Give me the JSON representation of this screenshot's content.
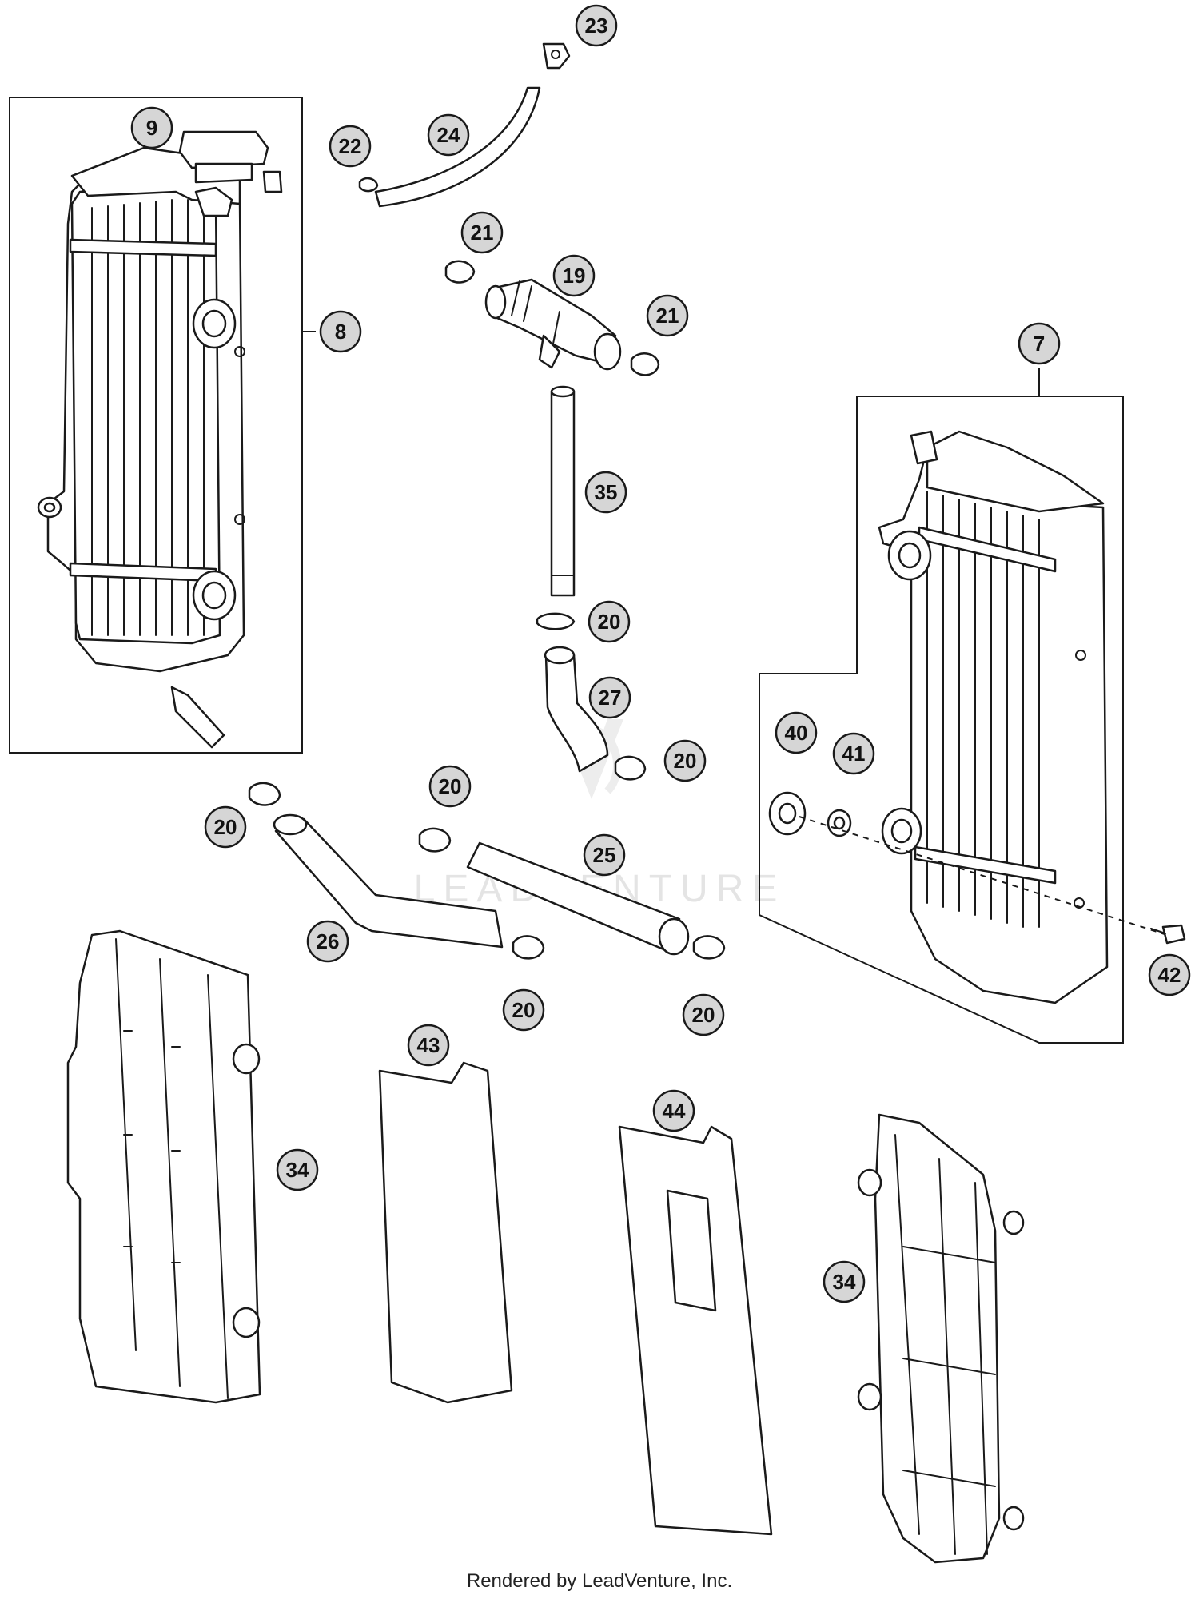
{
  "watermark": "LEADVENTURE",
  "footer": "Rendered by LeadVenture, Inc.",
  "callouts": [
    {
      "id": "c23a",
      "label": "23"
    },
    {
      "id": "c22",
      "label": "22"
    },
    {
      "id": "c24",
      "label": "24"
    },
    {
      "id": "c9",
      "label": "9"
    },
    {
      "id": "c8",
      "label": "8"
    },
    {
      "id": "c21a",
      "label": "21"
    },
    {
      "id": "c19",
      "label": "19"
    },
    {
      "id": "c21b",
      "label": "21"
    },
    {
      "id": "c7",
      "label": "7"
    },
    {
      "id": "c35",
      "label": "35"
    },
    {
      "id": "c20a",
      "label": "20"
    },
    {
      "id": "c27",
      "label": "27"
    },
    {
      "id": "c20b",
      "label": "20"
    },
    {
      "id": "c40",
      "label": "40"
    },
    {
      "id": "c41",
      "label": "41"
    },
    {
      "id": "c20c",
      "label": "20"
    },
    {
      "id": "c20d",
      "label": "20"
    },
    {
      "id": "c25",
      "label": "25"
    },
    {
      "id": "c26",
      "label": "26"
    },
    {
      "id": "c20e",
      "label": "20"
    },
    {
      "id": "c20f",
      "label": "20"
    },
    {
      "id": "c42",
      "label": "42"
    },
    {
      "id": "c43",
      "label": "43"
    },
    {
      "id": "c44",
      "label": "44"
    },
    {
      "id": "c34a",
      "label": "34"
    },
    {
      "id": "c34b",
      "label": "34"
    }
  ]
}
